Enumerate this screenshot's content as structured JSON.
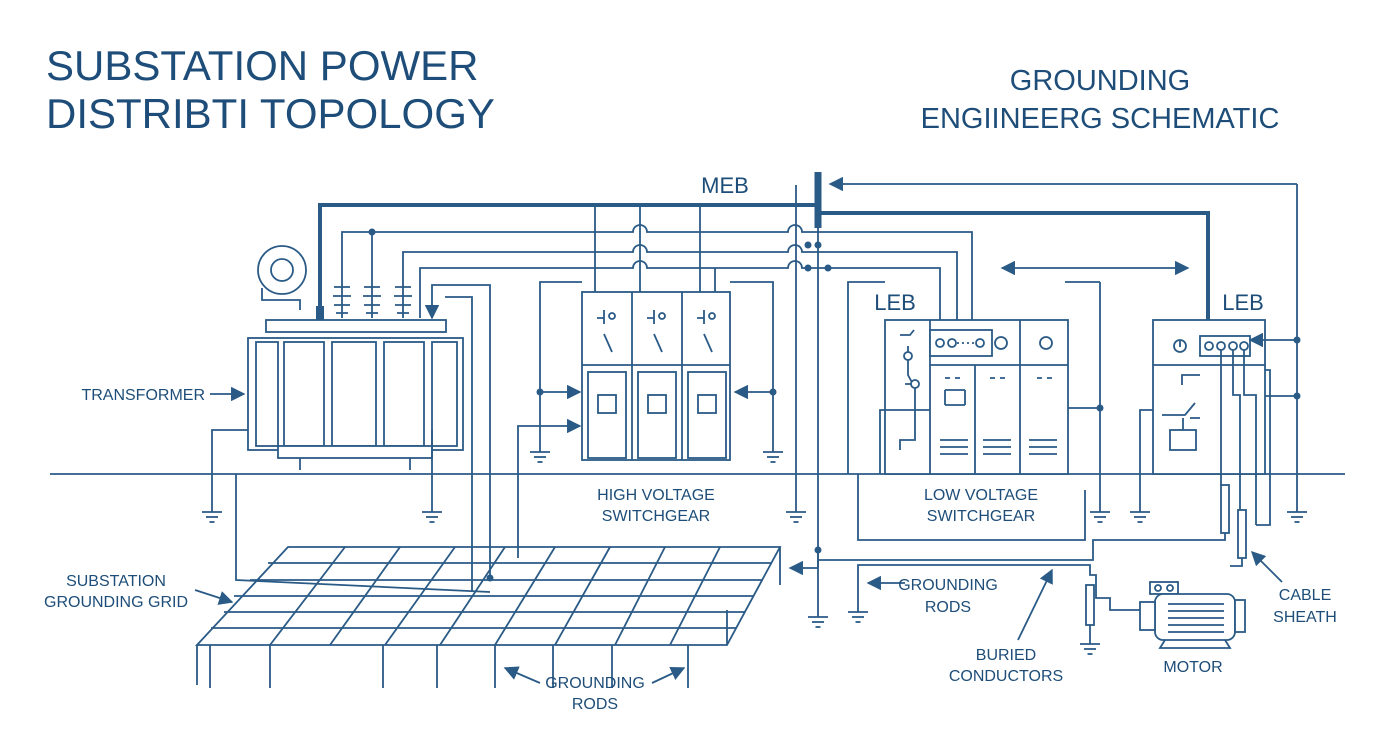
{
  "title": {
    "line1": "SUBSTATION POWER",
    "line2": "DISTRIBTI TOPOLOGY"
  },
  "subtitle": {
    "line1": "GROUNDING",
    "line2": "ENGIINEERG SCHEMATIC"
  },
  "labels": {
    "meb": "MEB",
    "leb_left": "LEB",
    "leb_right": "LEB",
    "transformer": "TRANSFORMER",
    "hv_line1": "HIGH VOLTAGE",
    "hv_line2": "SWITCHGEAR",
    "lv_line1": "LOW VOLTAGE",
    "lv_line2": "SWITCHGEAR",
    "grid_line1": "SUBSTATION",
    "grid_line2": "GROUNDING GRID",
    "grid_rods_line1": "GROUNDING",
    "grid_rods_line2": "RODS",
    "rods_line1": "GROUNDING",
    "rods_line2": "RODS",
    "buried_line1": "BURIED",
    "buried_line2": "CONDUCTORS",
    "motor": "MOTOR",
    "cable_line1": "CABLE",
    "cable_line2": "SHEATH"
  },
  "colors": {
    "line": "#2a5a86",
    "text": "#1d4d78",
    "background": "#ffffff"
  }
}
